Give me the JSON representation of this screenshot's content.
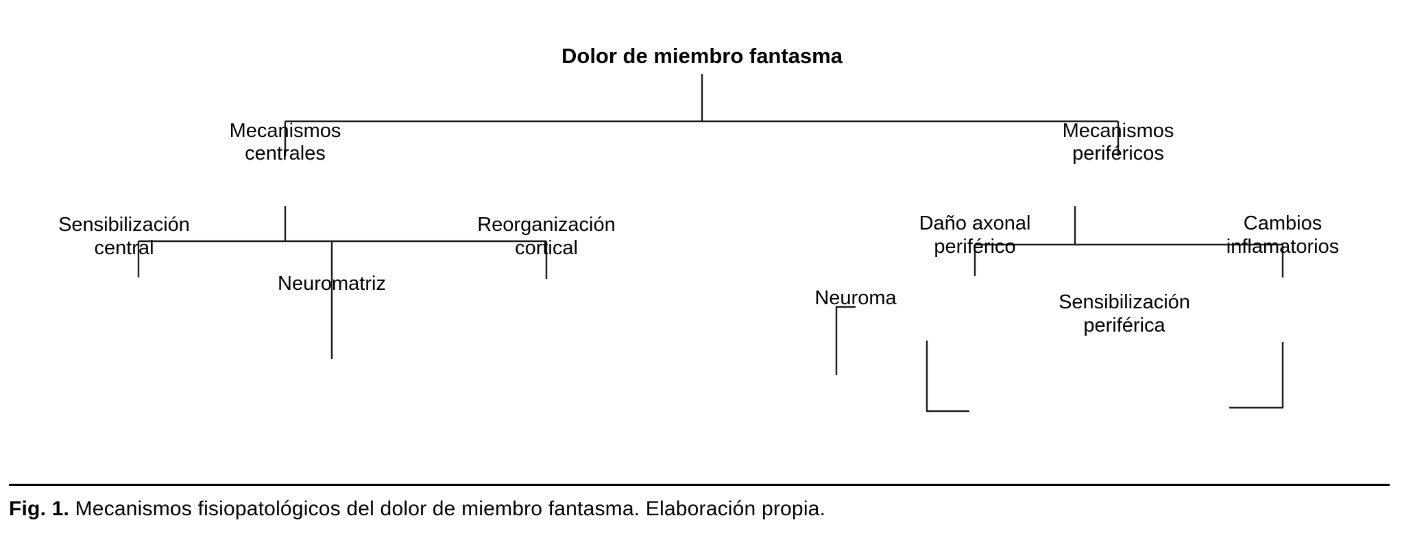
{
  "figure": {
    "caption_label": "Fig. 1.",
    "caption_body": " Mecanismos fisiopatológicos del dolor de miembro fantasma. Elaboración propia.",
    "line_color": "#1a1a1a",
    "text_color": "#000000",
    "background": "#ffffff"
  },
  "diagram": {
    "type": "tree",
    "root": {
      "id": "root",
      "label": "Dolor de miembro fantasma",
      "bold": true
    },
    "branches": [
      {
        "id": "mecanismos-centrales",
        "label_line1": "Mecanismos",
        "label_line2": "centrales",
        "children": [
          {
            "id": "sensibilizacion-central",
            "label_line1": "Sensibilización",
            "label_line2": "central"
          },
          {
            "id": "neuromatriz",
            "label_line1": "Neuromatriz",
            "label_line2": ""
          },
          {
            "id": "reorganizacion-cortical",
            "label_line1": "Reorganización",
            "label_line2": "cortical"
          }
        ]
      },
      {
        "id": "mecanismos-perifericos",
        "label_line1": "Mecanismos",
        "label_line2": "periféricos",
        "children": [
          {
            "id": "dano-axonal-periferico",
            "label_line1": "Daño axonal",
            "label_line2": "periférico"
          },
          {
            "id": "cambios-inflamatorios",
            "label_line1": "Cambios",
            "label_line2": "inflamatorios"
          }
        ],
        "grandchildren": [
          {
            "id": "neuroma",
            "label_line1": "Neuroma",
            "label_line2": ""
          },
          {
            "id": "sensibilizacion-periferica",
            "label_line1": "Sensibilización",
            "label_line2": "periférica"
          }
        ]
      }
    ]
  }
}
